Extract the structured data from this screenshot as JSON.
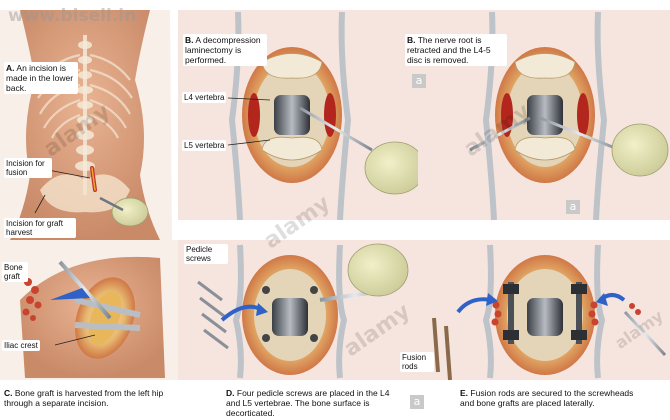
{
  "watermark": {
    "site": "www.bisell.in",
    "stock": "alamy",
    "letter": "a"
  },
  "panels": {
    "A": {
      "caption_letter": "A.",
      "caption": "An incision is made in the lower back.",
      "label_fusion": "Incision for fusion",
      "label_graft": "Incision for graft harvest"
    },
    "B1": {
      "caption_letter": "B.",
      "caption": "A decompression laminectomy is performed.",
      "label_l4": "L4 vertebra",
      "label_l5": "L5 vertebra"
    },
    "B2": {
      "caption_letter": "B.",
      "caption": "The nerve root is retracted and the L4-5 disc is removed."
    },
    "C": {
      "caption_letter": "C.",
      "caption": "Bone graft is harvested from the left hip through a separate incision.",
      "label_bone_graft": "Bone graft",
      "label_iliac": "Iliac crest"
    },
    "D": {
      "caption_letter": "D.",
      "caption": "Four pedicle screws are placed in the L4 and L5 vertebrae. The bone surface is decorticated.",
      "label_screws": "Pedicle screws"
    },
    "E": {
      "caption_letter": "E.",
      "caption": "Fusion rods are secured to the screwheads and bone grafts are placed laterally.",
      "label_rods": "Fusion rods"
    }
  }
}
